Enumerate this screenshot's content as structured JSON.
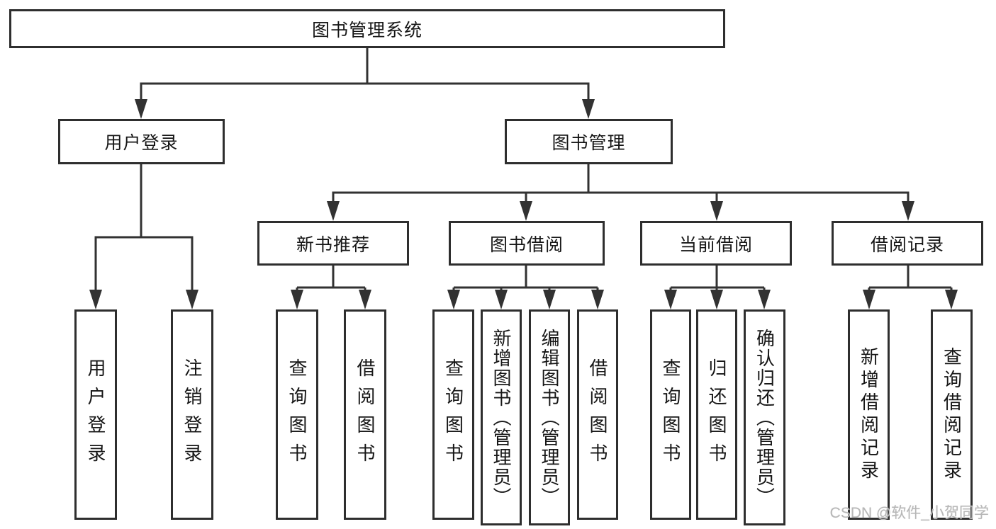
{
  "diagram_title": "图书管理系统",
  "tree": {
    "label": "图书管理系统",
    "children": [
      {
        "label": "用户登录",
        "children": [
          {
            "label": "用户登录"
          },
          {
            "label": "注销登录"
          }
        ]
      },
      {
        "label": "图书管理",
        "children": [
          {
            "label": "新书推荐",
            "children": [
              {
                "label": "查询图书"
              },
              {
                "label": "借阅图书"
              }
            ]
          },
          {
            "label": "图书借阅",
            "children": [
              {
                "label": "查询图书"
              },
              {
                "label": "新增图书（管理员）"
              },
              {
                "label": "编辑图书（管理员）"
              },
              {
                "label": "借阅图书"
              }
            ]
          },
          {
            "label": "当前借阅",
            "children": [
              {
                "label": "查询图书"
              },
              {
                "label": "归还图书"
              },
              {
                "label": "确认归还（管理员）"
              }
            ]
          },
          {
            "label": "借阅记录",
            "children": [
              {
                "label": "新增借阅记录"
              },
              {
                "label": "查询借阅记录"
              }
            ]
          }
        ]
      }
    ]
  },
  "watermark": {
    "text": "CSDN @软件_小贺同学"
  },
  "colors": {
    "background": "#ffffff",
    "line": "#323232",
    "box_border": "#2e2e2e",
    "text": "#161616",
    "watermark": "#b7b7b7"
  }
}
